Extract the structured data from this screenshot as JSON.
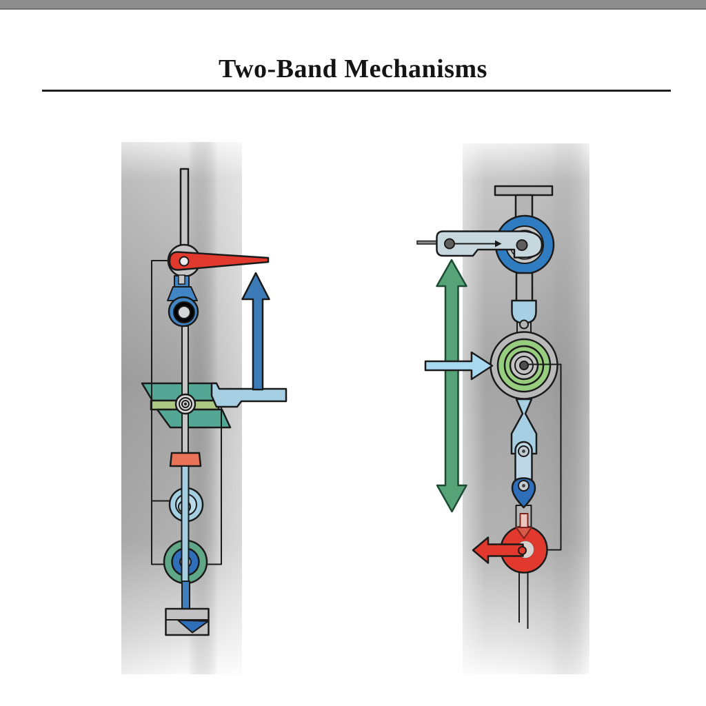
{
  "header": {
    "title": "Two-Band Mechanisms"
  },
  "figure": {
    "left_mechanism": {
      "description": "vertical band mechanism with pivot disc, red pointer, blue connecting link, teal cam block, output arm, blue up arrow, band clamp, guide pulley, drive pulley and hanging weight"
    },
    "right_mechanism": {
      "description": "vertical band mechanism with top bracket, blue wheel, input lever, grooved green drum, blue input arrow, linkage chain, red drum with red output arrow and green double-headed stroke arrow"
    }
  },
  "colors": {
    "paper": "#ffffff",
    "top_bar": "#8e8e8e",
    "top_bar_edge": "#6f6f6f",
    "title": "#141414",
    "rule": "#1e1e1e",
    "outline": "#1a1a1a",
    "metal": "#c6c6c6",
    "metal_mid": "#b5b5b5",
    "red": "#e2392e",
    "red_edge": "#7e241e",
    "red_head": "#d8584a",
    "salmon": "#e87358",
    "pink": "#eec6c0",
    "blue": "#3c7ab8",
    "blue_link": "#4285c4",
    "blue_deep": "#2f6fba",
    "blue_wheel": "#2f7cc0",
    "light_blue": "#a6cfe3",
    "pale_blue": "#c6d8de",
    "sky_blue": "#a8d8f0",
    "link_bar": "#bcd8e6",
    "teal": "#53a794",
    "teal_light": "#79b8a6",
    "green_bar": "#aec983",
    "green_ring": "#97cd7f",
    "green_arrow": "#55a376",
    "green_arrow_edge": "#1c4a33",
    "pulley_green": "#5fa786",
    "pulley_light": "#a4cfe0",
    "pulley_light2": "#b9dcea",
    "hub_gray": "#4f4f4f",
    "gray_ring": "#c3c3c3",
    "weight_rod": "#3f7fc1",
    "weight_gray": "#c2c2c2",
    "cream": "#d9d2ce"
  }
}
